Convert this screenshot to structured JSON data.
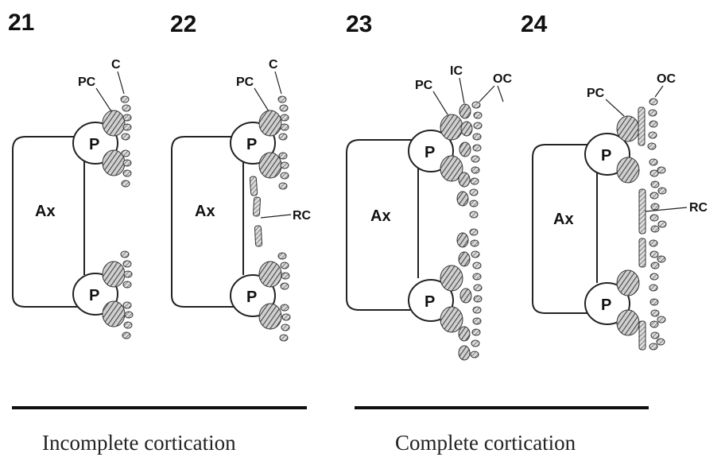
{
  "panels": [
    {
      "number": "21",
      "axis_label": "Ax",
      "p_label": "P",
      "labels": {
        "pc": "PC",
        "c": "C"
      }
    },
    {
      "number": "22",
      "axis_label": "Ax",
      "p_label": "P",
      "labels": {
        "pc": "PC",
        "c": "C",
        "rc": "RC"
      }
    },
    {
      "number": "23",
      "axis_label": "Ax",
      "p_label": "P",
      "labels": {
        "pc": "PC",
        "ic": "IC",
        "oc": "OC"
      }
    },
    {
      "number": "24",
      "axis_label": "Ax",
      "p_label": "P",
      "labels": {
        "pc": "PC",
        "oc": "OC",
        "rc": "RC"
      }
    }
  ],
  "captions": {
    "left": "Incomplete cortication",
    "right": "Complete cortication"
  }
}
